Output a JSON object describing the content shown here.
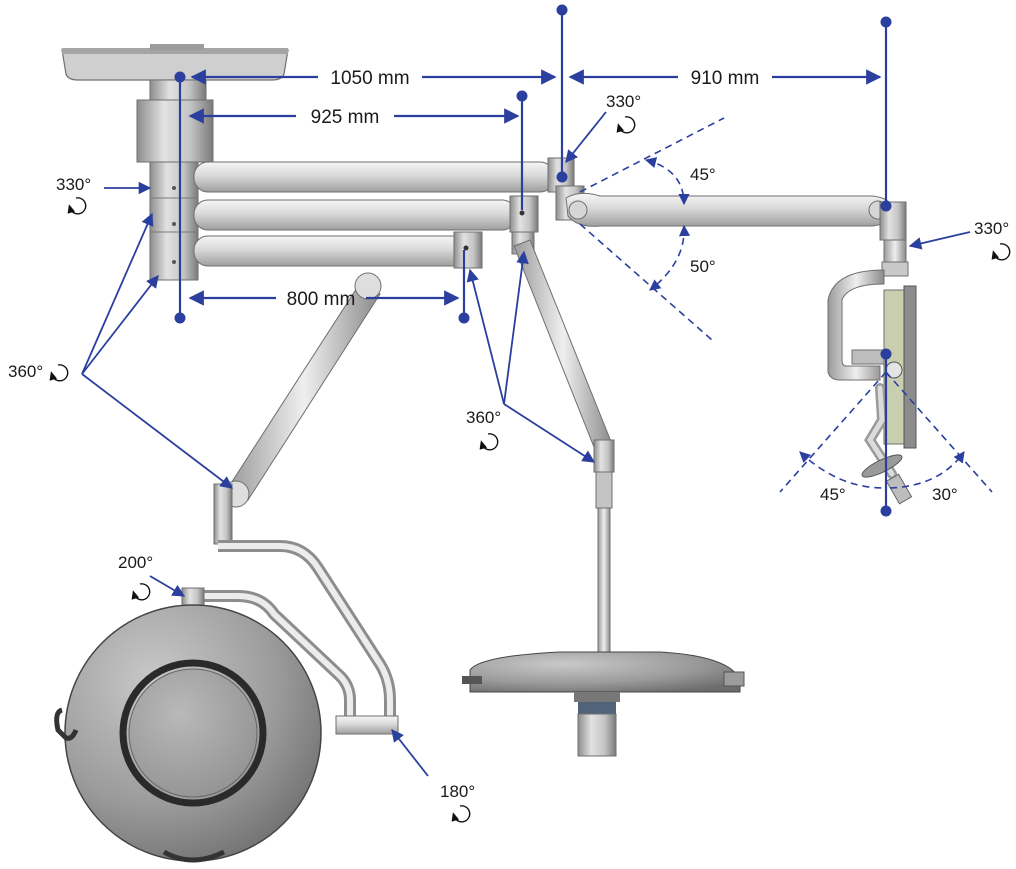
{
  "dimensions": {
    "d1050": "1050 mm",
    "d925": "925 mm",
    "d910": "910 mm",
    "d800": "800 mm"
  },
  "angles": {
    "top_joint": "330°",
    "left_hub": "330°",
    "right_joint": "330°",
    "swing_up": "45°",
    "swing_down": "50°",
    "hub_rotation": "360°",
    "elbow_rotation": "360°",
    "lamp_head": "200°",
    "lower_joint": "180°",
    "tilt_left": "45°",
    "tilt_right": "30°"
  },
  "colors": {
    "annotation": "#2b3f9e"
  }
}
